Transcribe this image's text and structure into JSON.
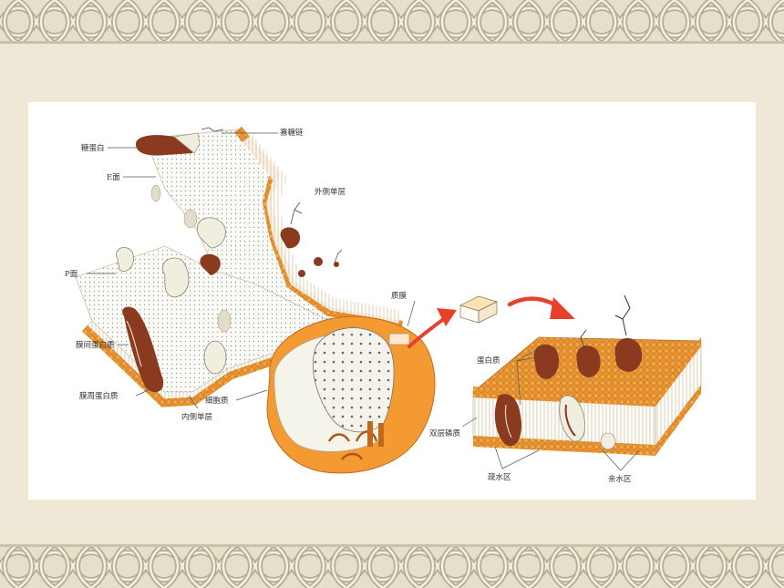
{
  "colors": {
    "background": "#efe8d6",
    "border_light": "#d9d2bd",
    "border_dark": "#b6ad93",
    "lipid_head": "#e8922e",
    "protein": "#8a3a1e",
    "arrow": "#e8402a"
  },
  "labels": {
    "glycoprotein": "糖蛋白",
    "oligosaccharide": "寡糖链",
    "e_face": "E面",
    "outer_leaflet": "外侧单层",
    "p_face": "P面",
    "plasma_membrane": "质膜",
    "integral_protein": "膜间蛋白质",
    "peripheral_protein": "膜周蛋白质",
    "inner_leaflet": "内侧单层",
    "cytoplasm": "细胞质",
    "protein": "蛋白质",
    "lipid_bilayer": "双层磷质",
    "hydrophobic_region": "疏水区",
    "hydrophilic_region": "亲水区"
  }
}
